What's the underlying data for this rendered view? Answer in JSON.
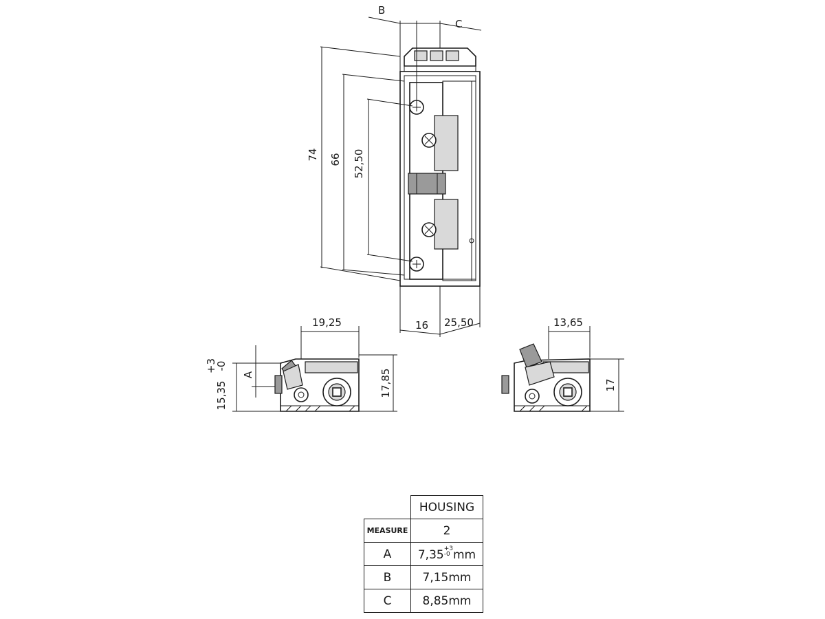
{
  "front_view": {
    "dims": {
      "b": "B",
      "c": "C",
      "h74": "74",
      "h66": "66",
      "h5250": "52,50",
      "w16": "16",
      "w2550": "25,50"
    }
  },
  "side_view_left": {
    "dims": {
      "w1925": "19,25",
      "h1785": "17,85",
      "a": "A",
      "h1535": "15,35",
      "tol_plus": "+3",
      "tol_minus": "-0"
    }
  },
  "side_view_right": {
    "dims": {
      "w1365": "13,65",
      "h17": "17"
    }
  },
  "spec_table": {
    "header": "HOUSING",
    "measure_label": "MEASURE",
    "measure_value": "2",
    "rows": [
      {
        "label": "A",
        "value": "7,35",
        "tol_plus": "+3",
        "tol_minus": "-0",
        "unit": "mm"
      },
      {
        "label": "B",
        "value": "7,15mm"
      },
      {
        "label": "C",
        "value": "8,85mm"
      }
    ]
  }
}
